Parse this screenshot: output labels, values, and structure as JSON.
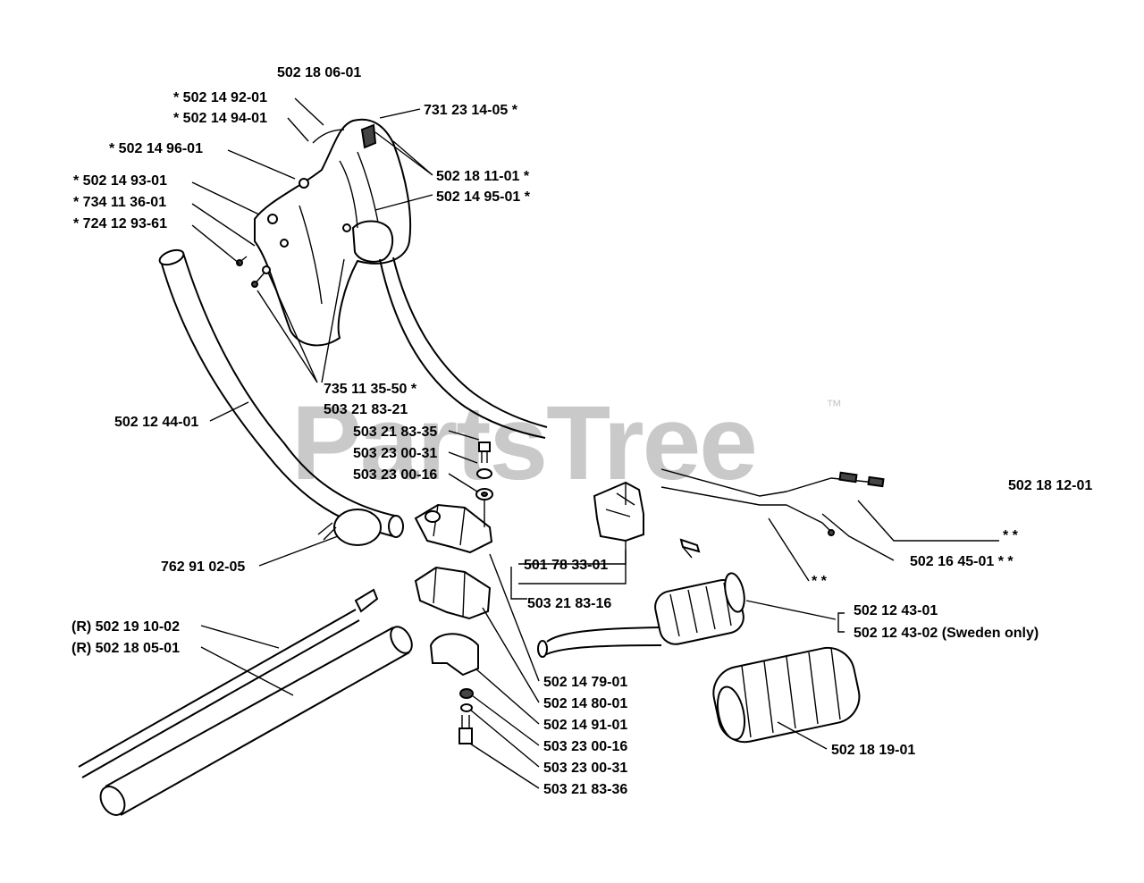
{
  "watermark": {
    "brand": "PartsTree",
    "trademark": "™"
  },
  "labels": [
    {
      "id": "l01",
      "text": "502 18 06-01"
    },
    {
      "id": "l02",
      "text": "*  502 14 92-01"
    },
    {
      "id": "l03",
      "text": "*  502 14 94-01"
    },
    {
      "id": "l04",
      "text": "731 23 14-05  *"
    },
    {
      "id": "l05",
      "text": "*  502 14 96-01"
    },
    {
      "id": "l06",
      "text": "502 18 11-01  *"
    },
    {
      "id": "l07",
      "text": "502 14 95-01  *"
    },
    {
      "id": "l08",
      "text": "*  502 14 93-01"
    },
    {
      "id": "l09",
      "text": "*  734 11 36-01"
    },
    {
      "id": "l10",
      "text": "*  724 12 93-61"
    },
    {
      "id": "l11",
      "text": "735 11 35-50  *"
    },
    {
      "id": "l12",
      "text": "503 21 83-21"
    },
    {
      "id": "l13",
      "text": "502 12 44-01"
    },
    {
      "id": "l14",
      "text": "503 21 83-35"
    },
    {
      "id": "l15",
      "text": "503 23 00-31"
    },
    {
      "id": "l16",
      "text": "503 23 00-16"
    },
    {
      "id": "l17",
      "text": "502 18 12-01"
    },
    {
      "id": "l18",
      "text": "* *"
    },
    {
      "id": "l19",
      "text": "502 16 45-01  * *"
    },
    {
      "id": "l20",
      "text": "762 91 02-05"
    },
    {
      "id": "l21",
      "text": "501 78 33-01"
    },
    {
      "id": "l22",
      "text": "* *"
    },
    {
      "id": "l23",
      "text": "503 21 83-16"
    },
    {
      "id": "l24",
      "text": "502 12 43-01"
    },
    {
      "id": "l25",
      "text": "502 12 43-02 (Sweden only)"
    },
    {
      "id": "l26",
      "text": "(R) 502 19 10-02"
    },
    {
      "id": "l27",
      "text": "(R) 502 18 05-01"
    },
    {
      "id": "l28",
      "text": "502 14 79-01"
    },
    {
      "id": "l29",
      "text": "502 14 80-01"
    },
    {
      "id": "l30",
      "text": "502 14 91-01"
    },
    {
      "id": "l31",
      "text": "503 23 00-16"
    },
    {
      "id": "l32",
      "text": "503 23 00-31"
    },
    {
      "id": "l33",
      "text": "503 21 83-36"
    },
    {
      "id": "l34",
      "text": "502 18 19-01"
    }
  ]
}
